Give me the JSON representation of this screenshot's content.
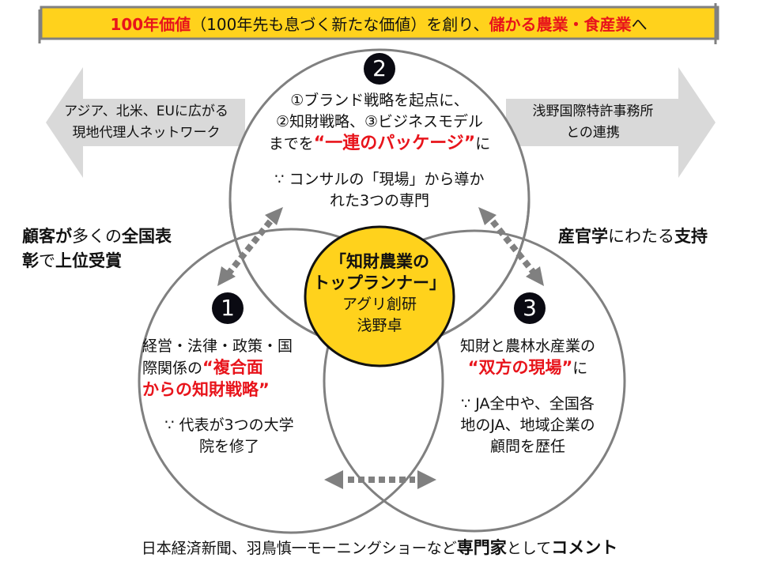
{
  "banner": {
    "part1": "100年価値",
    "part2": "（100年先も息づく新たな価値）を創り、",
    "part3": "儲かる農業・食産業",
    "part4": "へ"
  },
  "left_arrow": {
    "line1": "アジア、北米、EUに広がる",
    "line2": "現地代理人ネットワーク"
  },
  "right_arrow": {
    "line1": "浅野国際特許事務所",
    "line2": "との連携"
  },
  "circle2": {
    "number": "2",
    "line1": "①ブランド戦略を起点に、",
    "line2": "②知財戦略、③ビジネスモデル",
    "line3a": "までを",
    "line3b": "“一連のパッケージ”",
    "line3c": "に",
    "reason1": "∵ コンサルの「現場」から導か",
    "reason2": "れた3つの専門"
  },
  "circle1": {
    "number": "1",
    "line1": "経営・法律・政策・国",
    "line2a": "際関係の",
    "line2b": "“複合面",
    "line3": "からの知財戦略”",
    "reason1": "∵ 代表が3つの大学",
    "reason2": "院を修了"
  },
  "circle3": {
    "number": "3",
    "line1": "知財と農林水産業の",
    "line2a": "“双方の現場”",
    "line2b": "に",
    "reason1": "∵ JA全中や、全国各",
    "reason2": "地のJA、地域企業の",
    "reason3": "顧問を歴任"
  },
  "center": {
    "line1": "「知財農業の",
    "line2": "トップランナー」",
    "line3": "アグリ創研",
    "line4": "浅野卓"
  },
  "left_note": {
    "a": "顧客が",
    "b": "多くの",
    "c": "全国表",
    "d": "彰",
    "e": "で",
    "f": "上位受賞"
  },
  "right_note": {
    "a": "産官学",
    "b": "にわたる",
    "c": "支持"
  },
  "footer": {
    "a": "日本経済新聞、羽鳥慎一モーニングショーなど",
    "b": "専門家",
    "c": "として",
    "d": "コメント"
  },
  "colors": {
    "banner": "#ffd21c",
    "red": "#e8141b",
    "arrow": "#d9d9d9",
    "circle_stroke": "#808080"
  }
}
